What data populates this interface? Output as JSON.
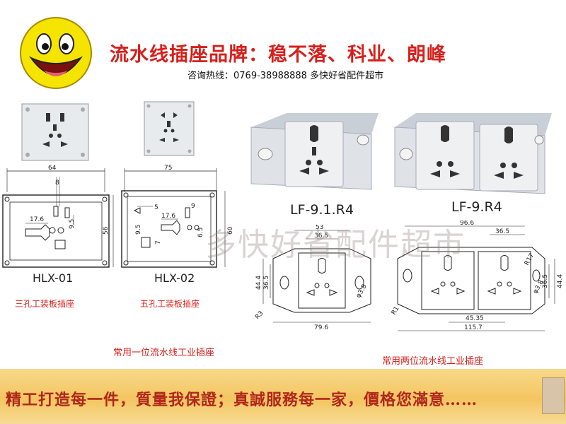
{
  "header": {
    "title": "流水线插座品牌：稳不落、科业、朗峰",
    "hotline": "咨询热线：0769-38988888   多快好省配件超市"
  },
  "products": {
    "hlx01": {
      "model": "HLX-01",
      "caption": "三孔工装板插座",
      "dims": {
        "width": "64",
        "height": "56",
        "d1": "8",
        "d2": "17.6",
        "d3": "9.5"
      }
    },
    "hlx02": {
      "model": "HLX-02",
      "caption": "五孔工装板插座",
      "dims": {
        "width": "75",
        "height": "60",
        "d1": "5",
        "d2": "17.6",
        "d3": "9",
        "d4": "9.5",
        "d5": "7",
        "d6": "6.5"
      }
    },
    "lf91": {
      "model": "LF-9.1.R4",
      "dims": {
        "d1": "53",
        "d2": "36.5",
        "d3": "44.4",
        "d4": "36.5",
        "d5": "R3",
        "d6": "79.6",
        "d7": "φ3.8"
      }
    },
    "lf9": {
      "model": "LF-9.R4",
      "dims": {
        "d1": "96.6",
        "d2": "36.5",
        "d3": "R17",
        "d4": "36.5",
        "d5": "44.4",
        "d6": "R1",
        "d7": "45.35",
        "d8": "115.7",
        "d9": "φ3.8"
      }
    }
  },
  "captions": {
    "single": "常用一位流水线工业插座",
    "double": "常用两位流水线工业插座"
  },
  "watermark": "多快好省配件超市",
  "footer": {
    "slogan": "精工打造每一件，質量我保證；真誠服務每一家，價格您滿意……"
  },
  "colors": {
    "accent_red": "#d6201c",
    "banner": "#f4c560",
    "smiley": "#f5e400"
  }
}
